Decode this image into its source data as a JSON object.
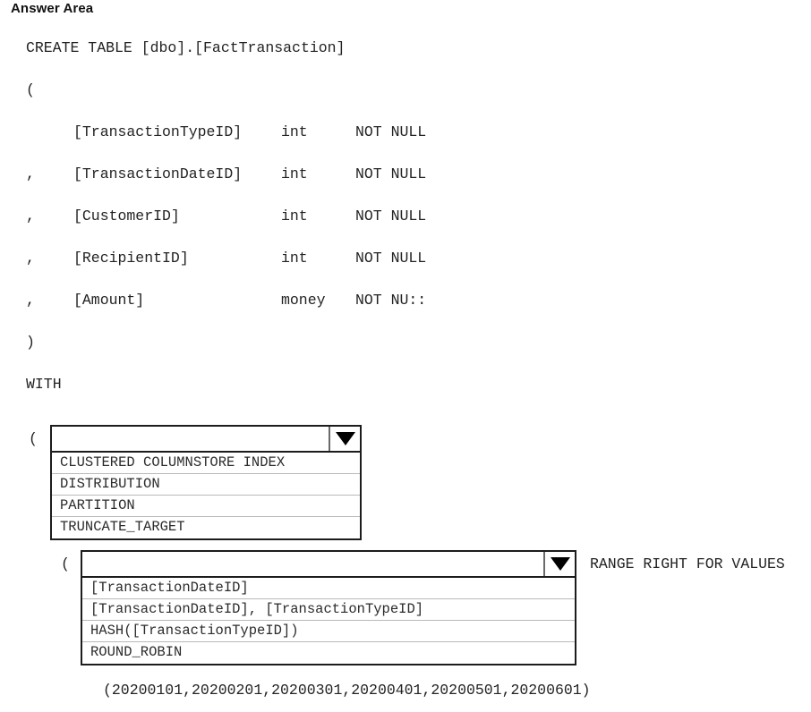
{
  "page": {
    "title": "Answer Area"
  },
  "code": {
    "lines": [
      {
        "lead": "CREATE TABLE [dbo].[FactTransaction]",
        "name": "",
        "type": "",
        "nullability": ""
      },
      {
        "lead": "(",
        "name": "",
        "type": "",
        "nullability": ""
      },
      {
        "lead": "",
        "name": "[TransactionTypeID]",
        "type": "int",
        "nullability": "NOT NULL"
      },
      {
        "lead": ",",
        "name": "[TransactionDateID]",
        "type": "int",
        "nullability": "NOT NULL"
      },
      {
        "lead": ",",
        "name": "[CustomerID]",
        "type": "int",
        "nullability": "NOT NULL"
      },
      {
        "lead": ",",
        "name": "[RecipientID]",
        "type": "int",
        "nullability": "NOT NULL"
      },
      {
        "lead": ",",
        "name": "[Amount]",
        "type": "money",
        "nullability": "NOT NU::"
      },
      {
        "lead": ")",
        "name": "",
        "type": "",
        "nullability": ""
      },
      {
        "lead": "WITH",
        "name": "",
        "type": "",
        "nullability": ""
      }
    ]
  },
  "dropdown_1": {
    "paren": "(",
    "selected_value": "",
    "arrow_icon": "chevron-down-icon",
    "options": [
      "CLUSTERED COLUMNSTORE INDEX",
      "DISTRIBUTION",
      "PARTITION",
      "TRUNCATE_TARGET"
    ]
  },
  "dropdown_2": {
    "paren": "(",
    "selected_value": "",
    "arrow_icon": "chevron-down-icon",
    "options": [
      "[TransactionDateID]",
      "[TransactionDateID], [TransactionTypeID]",
      "HASH([TransactionTypeID])",
      "ROUND_ROBIN"
    ],
    "trailing_text": "RANGE RIGHT FOR VALUES"
  },
  "partition_values_line": "(20200101,20200201,20200301,20200401,20200501,20200601)"
}
